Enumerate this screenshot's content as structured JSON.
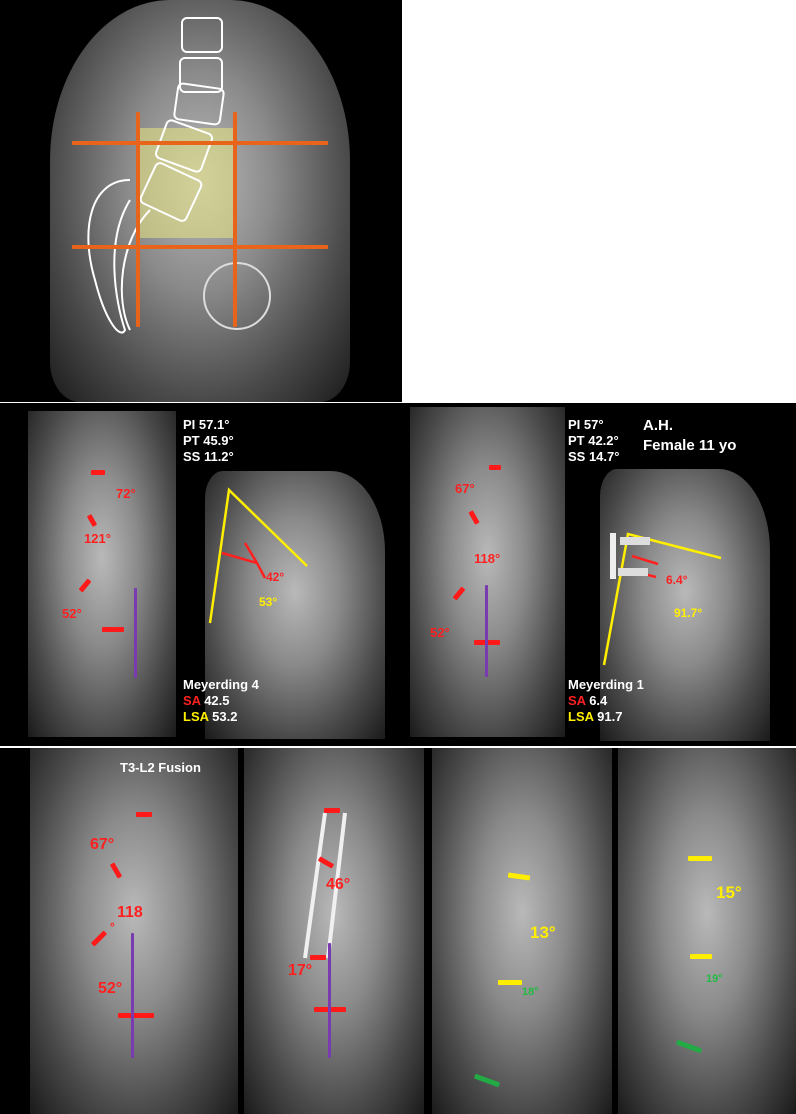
{
  "top_panel": {
    "highlight_color": "#e8641a",
    "region_color": "#e6e680"
  },
  "row2": {
    "left": {
      "pi": "PI 57.1°",
      "pt": "PT 45.9°",
      "ss": "SS 11.2°",
      "angles": [
        "72°",
        "121°",
        "52°"
      ],
      "lateral_angles": {
        "sa": "42°",
        "lsa": "53°"
      },
      "meyerding": "Meyerding 4",
      "sa_label": "SA",
      "sa_value": "42.5",
      "lsa_label": "LSA",
      "lsa_value": "53.2"
    },
    "right": {
      "pi": "PI 57°",
      "pt": "PT 42.2°",
      "ss": "SS 14.7°",
      "patient": "A.H.",
      "patient_info": "Female 11 yo",
      "angles": [
        "67°",
        "118°",
        "52°"
      ],
      "lateral_angles": {
        "sa": "6.4°",
        "lsa": "91.7°"
      },
      "meyerding": "Meyerding 1",
      "sa_label": "SA",
      "sa_value": "6.4",
      "lsa_label": "LSA",
      "lsa_value": "91.7"
    }
  },
  "row3": {
    "title": "T3-L2 Fusion",
    "pre_ap_angles": [
      "67°",
      "118",
      "°",
      "52°"
    ],
    "post_ap_angles": [
      "46°",
      "17°"
    ],
    "pre_lat": {
      "kyphosis": "13°",
      "lordosis": "18°"
    },
    "post_lat": {
      "kyphosis": "15°",
      "lordosis": "19°"
    }
  },
  "colors": {
    "red": "#ff2020",
    "yellow": "#ffee00",
    "green": "#22bb44",
    "purple": "#7a3ab0",
    "orange": "#e8641a"
  }
}
